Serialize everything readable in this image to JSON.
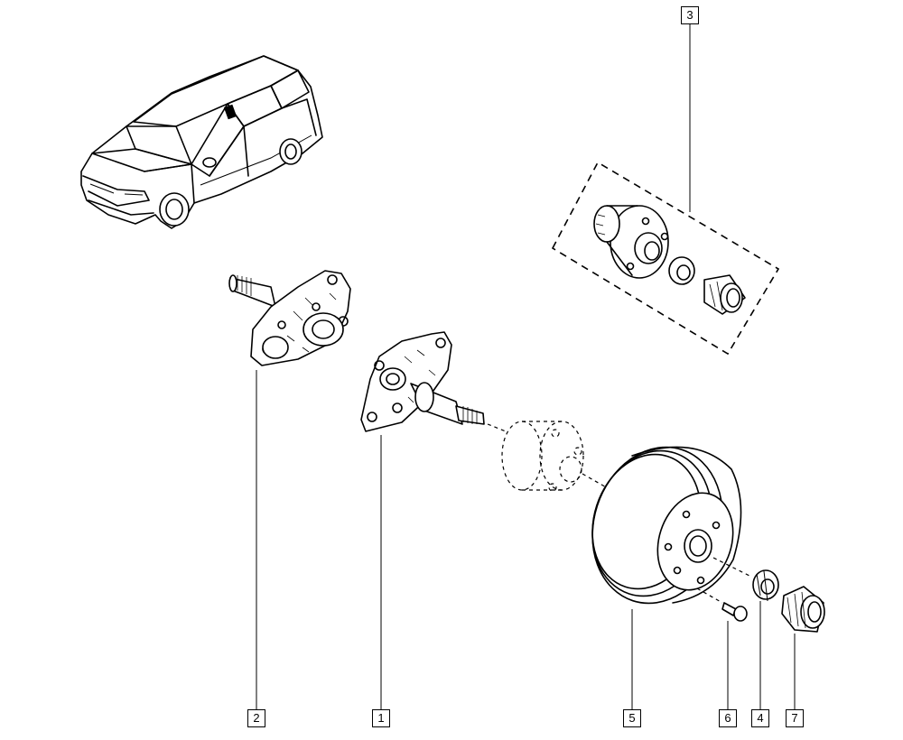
{
  "callouts": [
    {
      "id": "c1",
      "label": "1",
      "part": "stub-axle-carrier"
    },
    {
      "id": "c2",
      "label": "2",
      "part": "stub-axle-carrier-left"
    },
    {
      "id": "c3",
      "label": "3",
      "part": "hub-bearing-kit"
    },
    {
      "id": "c4",
      "label": "4",
      "part": "hub-nut"
    },
    {
      "id": "c5",
      "label": "5",
      "part": "brake-drum"
    },
    {
      "id": "c6",
      "label": "6",
      "part": "wheel-bolt"
    },
    {
      "id": "c7",
      "label": "7",
      "part": "dust-cap"
    }
  ]
}
